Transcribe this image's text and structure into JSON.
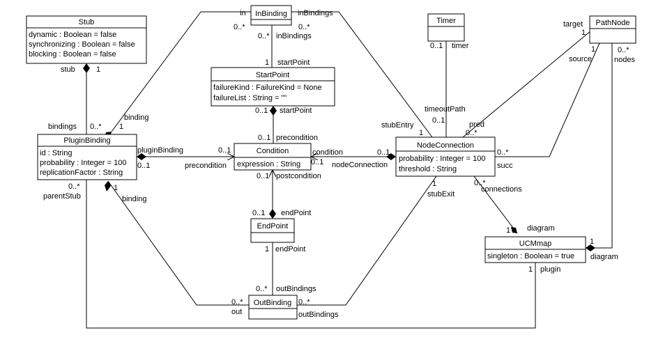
{
  "colors": {
    "line": "#000000",
    "fill": "#ffffff"
  },
  "classes": {
    "stub": {
      "name": "Stub",
      "attrs": [
        "dynamic : Boolean = false",
        "synchronizing : Boolean = false",
        "blocking : Boolean = false"
      ]
    },
    "inbinding": {
      "name": "InBinding",
      "attrs": []
    },
    "timer": {
      "name": "Timer",
      "attrs": []
    },
    "pathnode": {
      "name": "PathNode",
      "attrs": []
    },
    "startpoint": {
      "name": "StartPoint",
      "attrs": [
        "failureKind : FailureKind = None",
        "failureList : String = \"\""
      ]
    },
    "pluginbinding": {
      "name": "PluginBinding",
      "attrs": [
        "id : String",
        "probability : Integer = 100",
        "replicationFactor : String"
      ]
    },
    "condition": {
      "name": "Condition",
      "attrs": [
        "expression : String"
      ]
    },
    "nodeconnection": {
      "name": "NodeConnection",
      "attrs": [
        "probability : Integer = 100",
        "threshold : String"
      ]
    },
    "endpoint": {
      "name": "EndPoint",
      "attrs": []
    },
    "ucmmap": {
      "name": "UCMmap",
      "attrs": [
        "singleton : Boolean = true"
      ]
    },
    "outbinding": {
      "name": "OutBinding",
      "attrs": []
    }
  },
  "labels": {
    "stub_role": "stub",
    "stub_mult": "1",
    "bindings_role": "bindings",
    "bindings_mult": "0..*",
    "binding_role_top": "binding",
    "binding_mult_top": "1",
    "in_role": "in",
    "in_mult": "0..*",
    "inbindings_role_top": "inBindings",
    "inbindings_mult_top": "0..*",
    "inbindings_role_sp": "inBindings",
    "inbindings_mult_sp": "0..*",
    "startpoint_mult_top": "1",
    "startpoint_role_top": "startPoint",
    "startpoint_mult_cond": "0..1",
    "startpoint_role_cond": "startPoint",
    "precondition_mult_top": "0..1",
    "precondition_role_top": "precondition",
    "pluginbinding_role": "pluginBinding",
    "pluginbinding_mult": "0..1",
    "precondition_role_left": "precondition",
    "precondition_mult_left": "0..1",
    "condition_role": "condition",
    "condition_mult": "0..1",
    "nodeconnection_role": "nodeConnection",
    "nodeconnection_mult": "0..1",
    "postcondition_mult": "0..1",
    "postcondition_role": "postcondition",
    "endpoint_mult_top": "0..1",
    "endpoint_role_top": "endPoint",
    "endpoint_mult_bottom": "1",
    "endpoint_role_bottom": "endPoint",
    "outbindings_mult_top": "0..*",
    "outbindings_role_top": "outBindings",
    "out_mult": "0..*",
    "out_role": "out",
    "outbindings_mult_right": "0..*",
    "outbindings_role_right": "outBindings",
    "parentstub_mult": "0..*",
    "parentstub_role": "parentStub",
    "binding_mult_bottom": "1",
    "binding_role_bottom": "binding",
    "timer_mult": "0..1",
    "timer_role": "timer",
    "timeoutpath_role": "timeoutPath",
    "timeoutpath_mult": "0..1",
    "stubentry_role": "stubEntry",
    "stubentry_mult": "1",
    "pred_role": "pred",
    "pred_mult": "0..*",
    "target_role": "target",
    "target_mult": "1",
    "source_mult": "1",
    "source_role": "source",
    "nodes_mult": "0..*",
    "nodes_role": "nodes",
    "succ_mult": "0..*",
    "succ_role": "succ",
    "stubexit_mult": "1",
    "stubexit_role": "stubExit",
    "connections_mult": "0..*",
    "connections_role": "connections",
    "diagram_mult_top": "1",
    "diagram_role_top": "diagram",
    "diagram_mult_right": "1",
    "diagram_role_right": "diagram",
    "plugin_mult": "1",
    "plugin_role": "plugin"
  }
}
